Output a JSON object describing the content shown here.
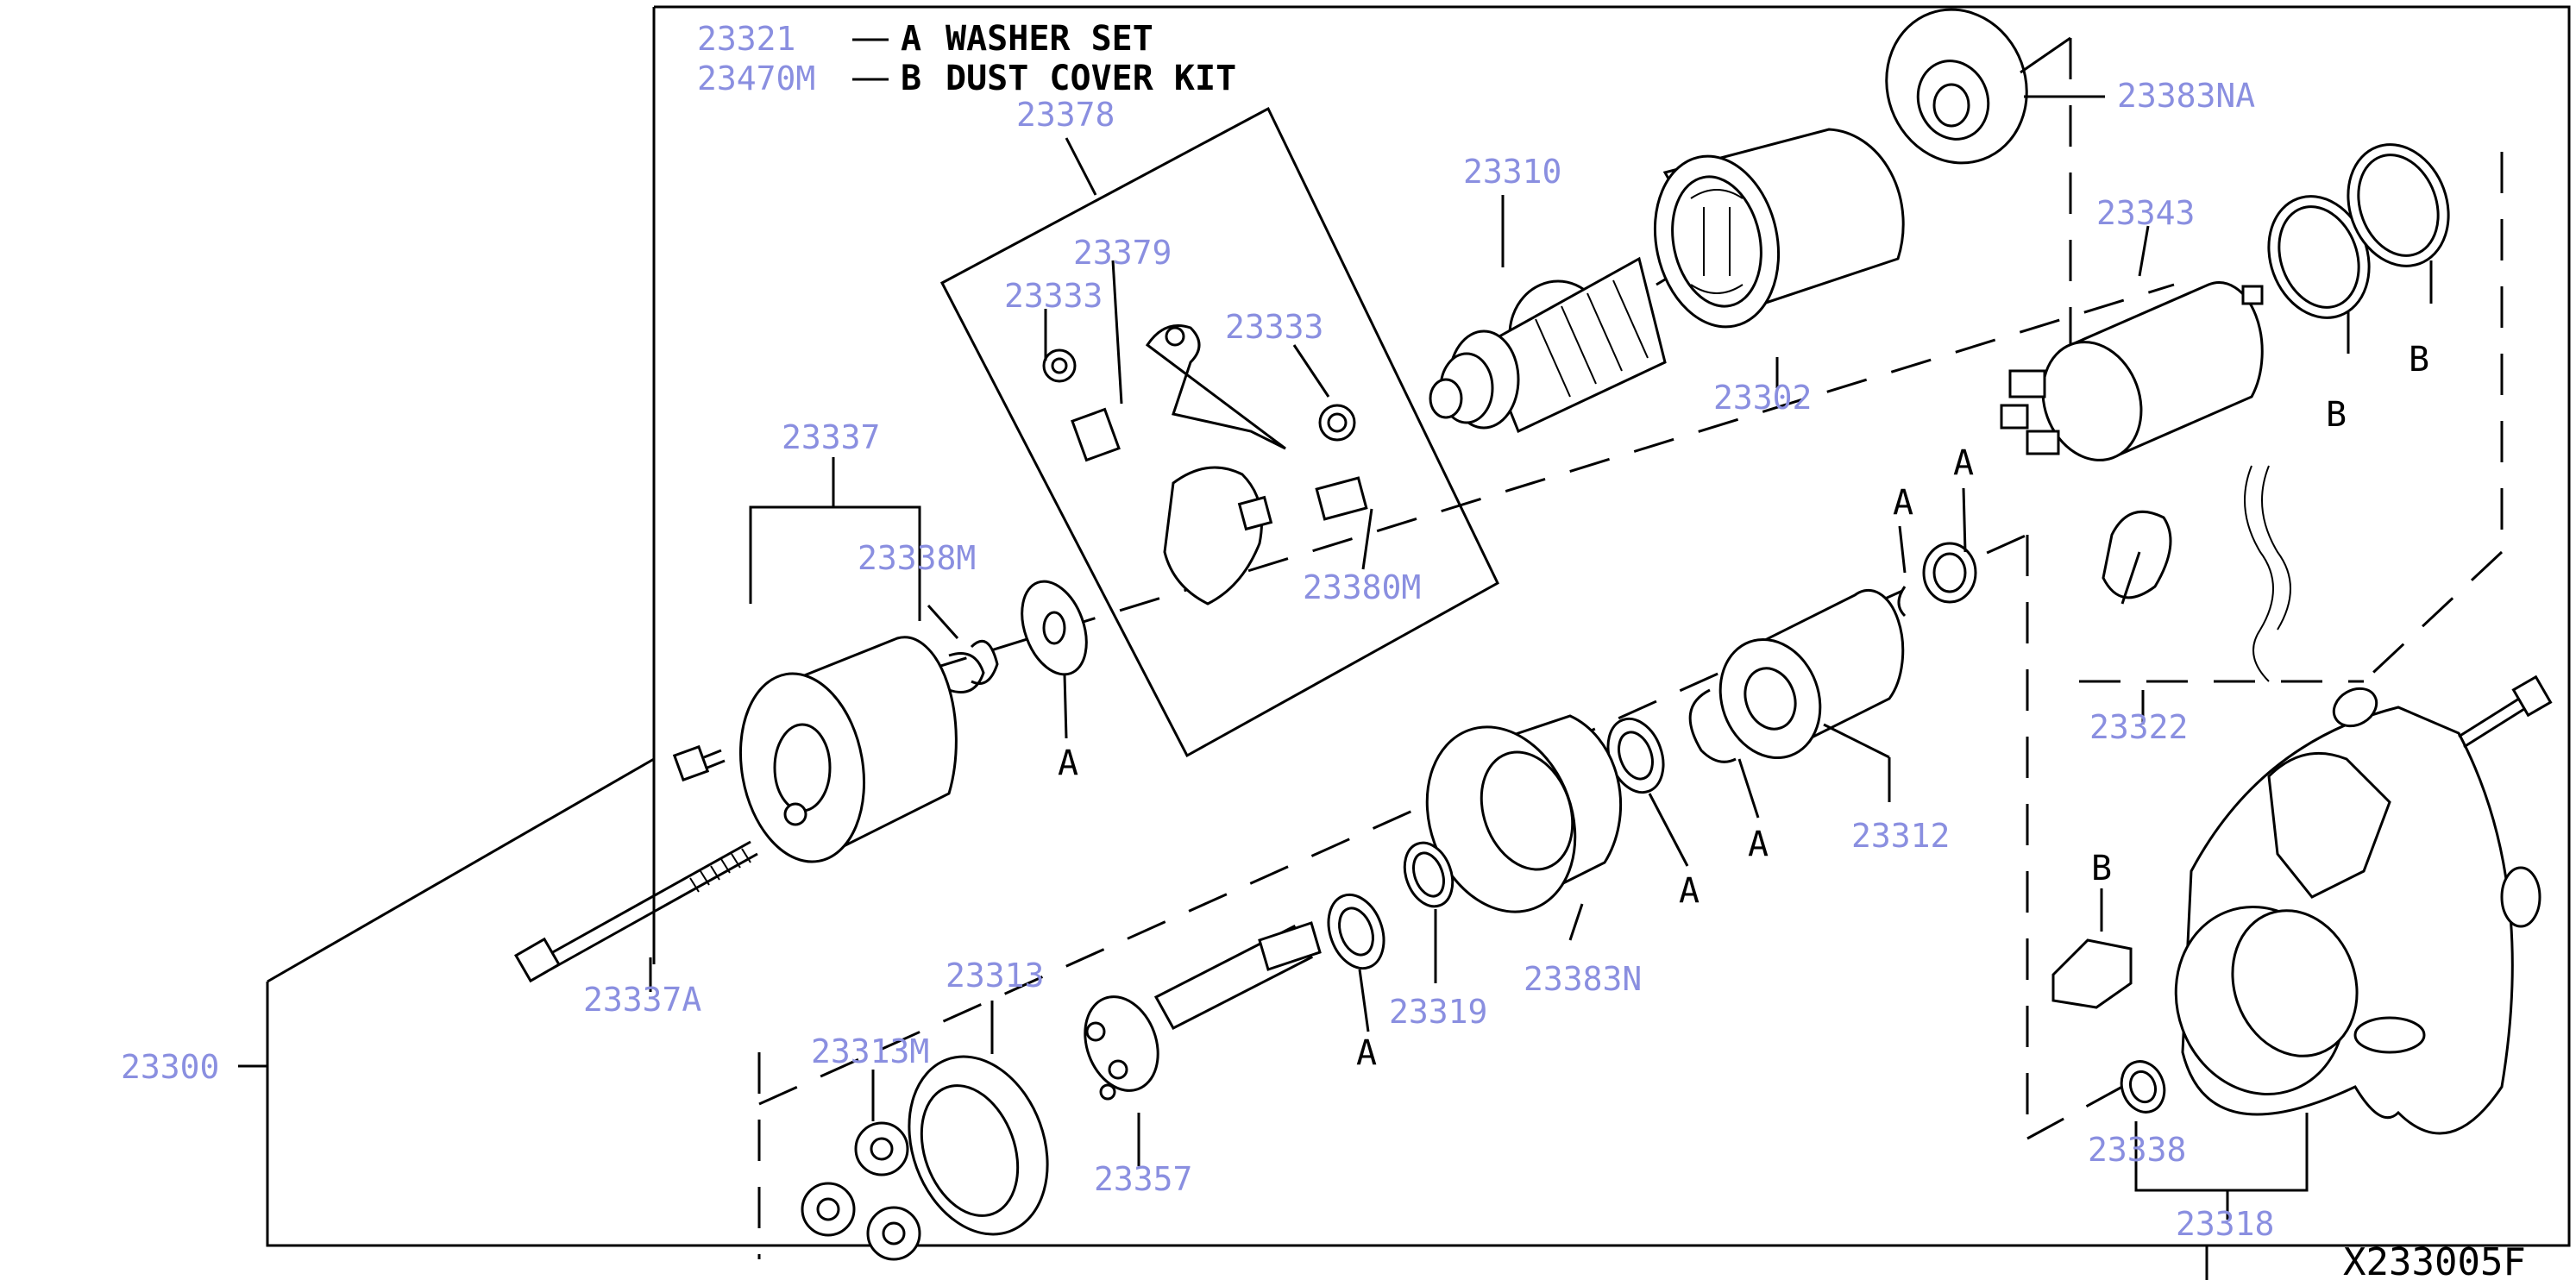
{
  "figure_ref": "X233005F",
  "legend": [
    {
      "code": "23321",
      "letter": "A",
      "text": "WASHER SET"
    },
    {
      "code": "23470M",
      "letter": "B",
      "text": "DUST COVER KIT"
    }
  ],
  "parts": {
    "p23300": "23300",
    "p23302": "23302",
    "p23310": "23310",
    "p23312": "23312",
    "p23313": "23313",
    "p23313M": "23313M",
    "p23318": "23318",
    "p23319": "23319",
    "p23322": "23322",
    "p23333a": "23333",
    "p23333b": "23333",
    "p23337": "23337",
    "p23337A": "23337A",
    "p23338": "23338",
    "p23338M": "23338M",
    "p23343": "23343",
    "p23357": "23357",
    "p23378": "23378",
    "p23379": "23379",
    "p23380M": "23380M",
    "p23383N": "23383N",
    "p23383NA": "23383NA"
  },
  "keys": {
    "A": "A",
    "B": "B"
  }
}
